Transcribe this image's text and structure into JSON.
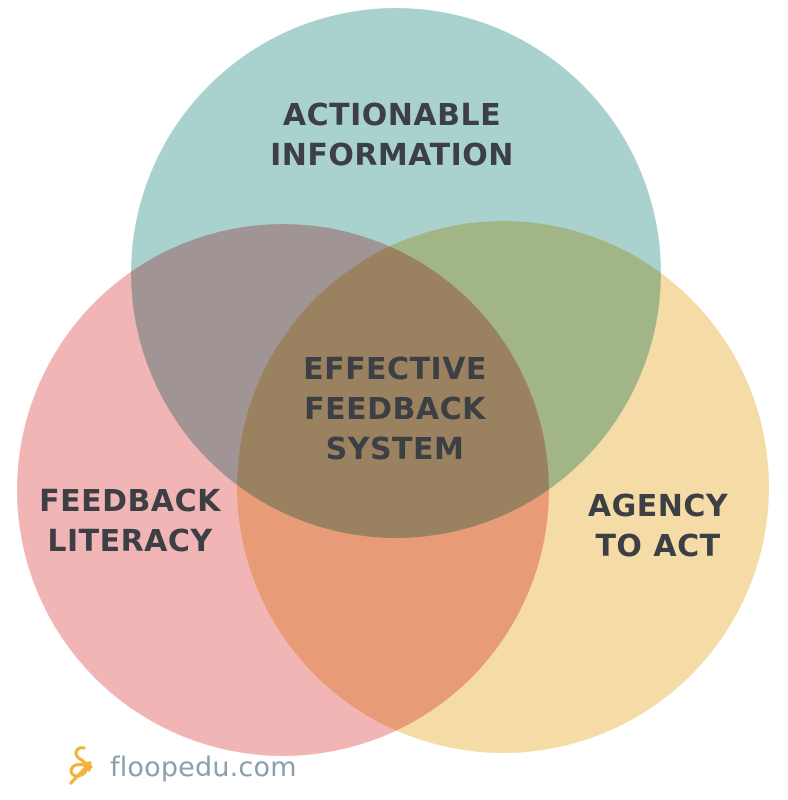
{
  "diagram": {
    "type": "venn",
    "circles": [
      {
        "id": "top",
        "lines": [
          "ACTIONABLE",
          "INFORMATION"
        ],
        "color": "#a9d2cf"
      },
      {
        "id": "left",
        "lines": [
          "FEEDBACK",
          "LITERACY"
        ],
        "color": "#f1b5b6"
      },
      {
        "id": "right",
        "lines": [
          "AGENCY",
          "TO ACT"
        ],
        "color": "#f5dca6"
      }
    ],
    "center": {
      "lines": [
        "EFFECTIVE",
        "FEEDBACK",
        "SYSTEM"
      ]
    },
    "text_color": "#3c3f44"
  },
  "brand": {
    "text": "floopedu.com",
    "icon": "floopedu-logo-icon",
    "text_color": "#8aa0ab",
    "icon_color": "#f0b43c"
  }
}
